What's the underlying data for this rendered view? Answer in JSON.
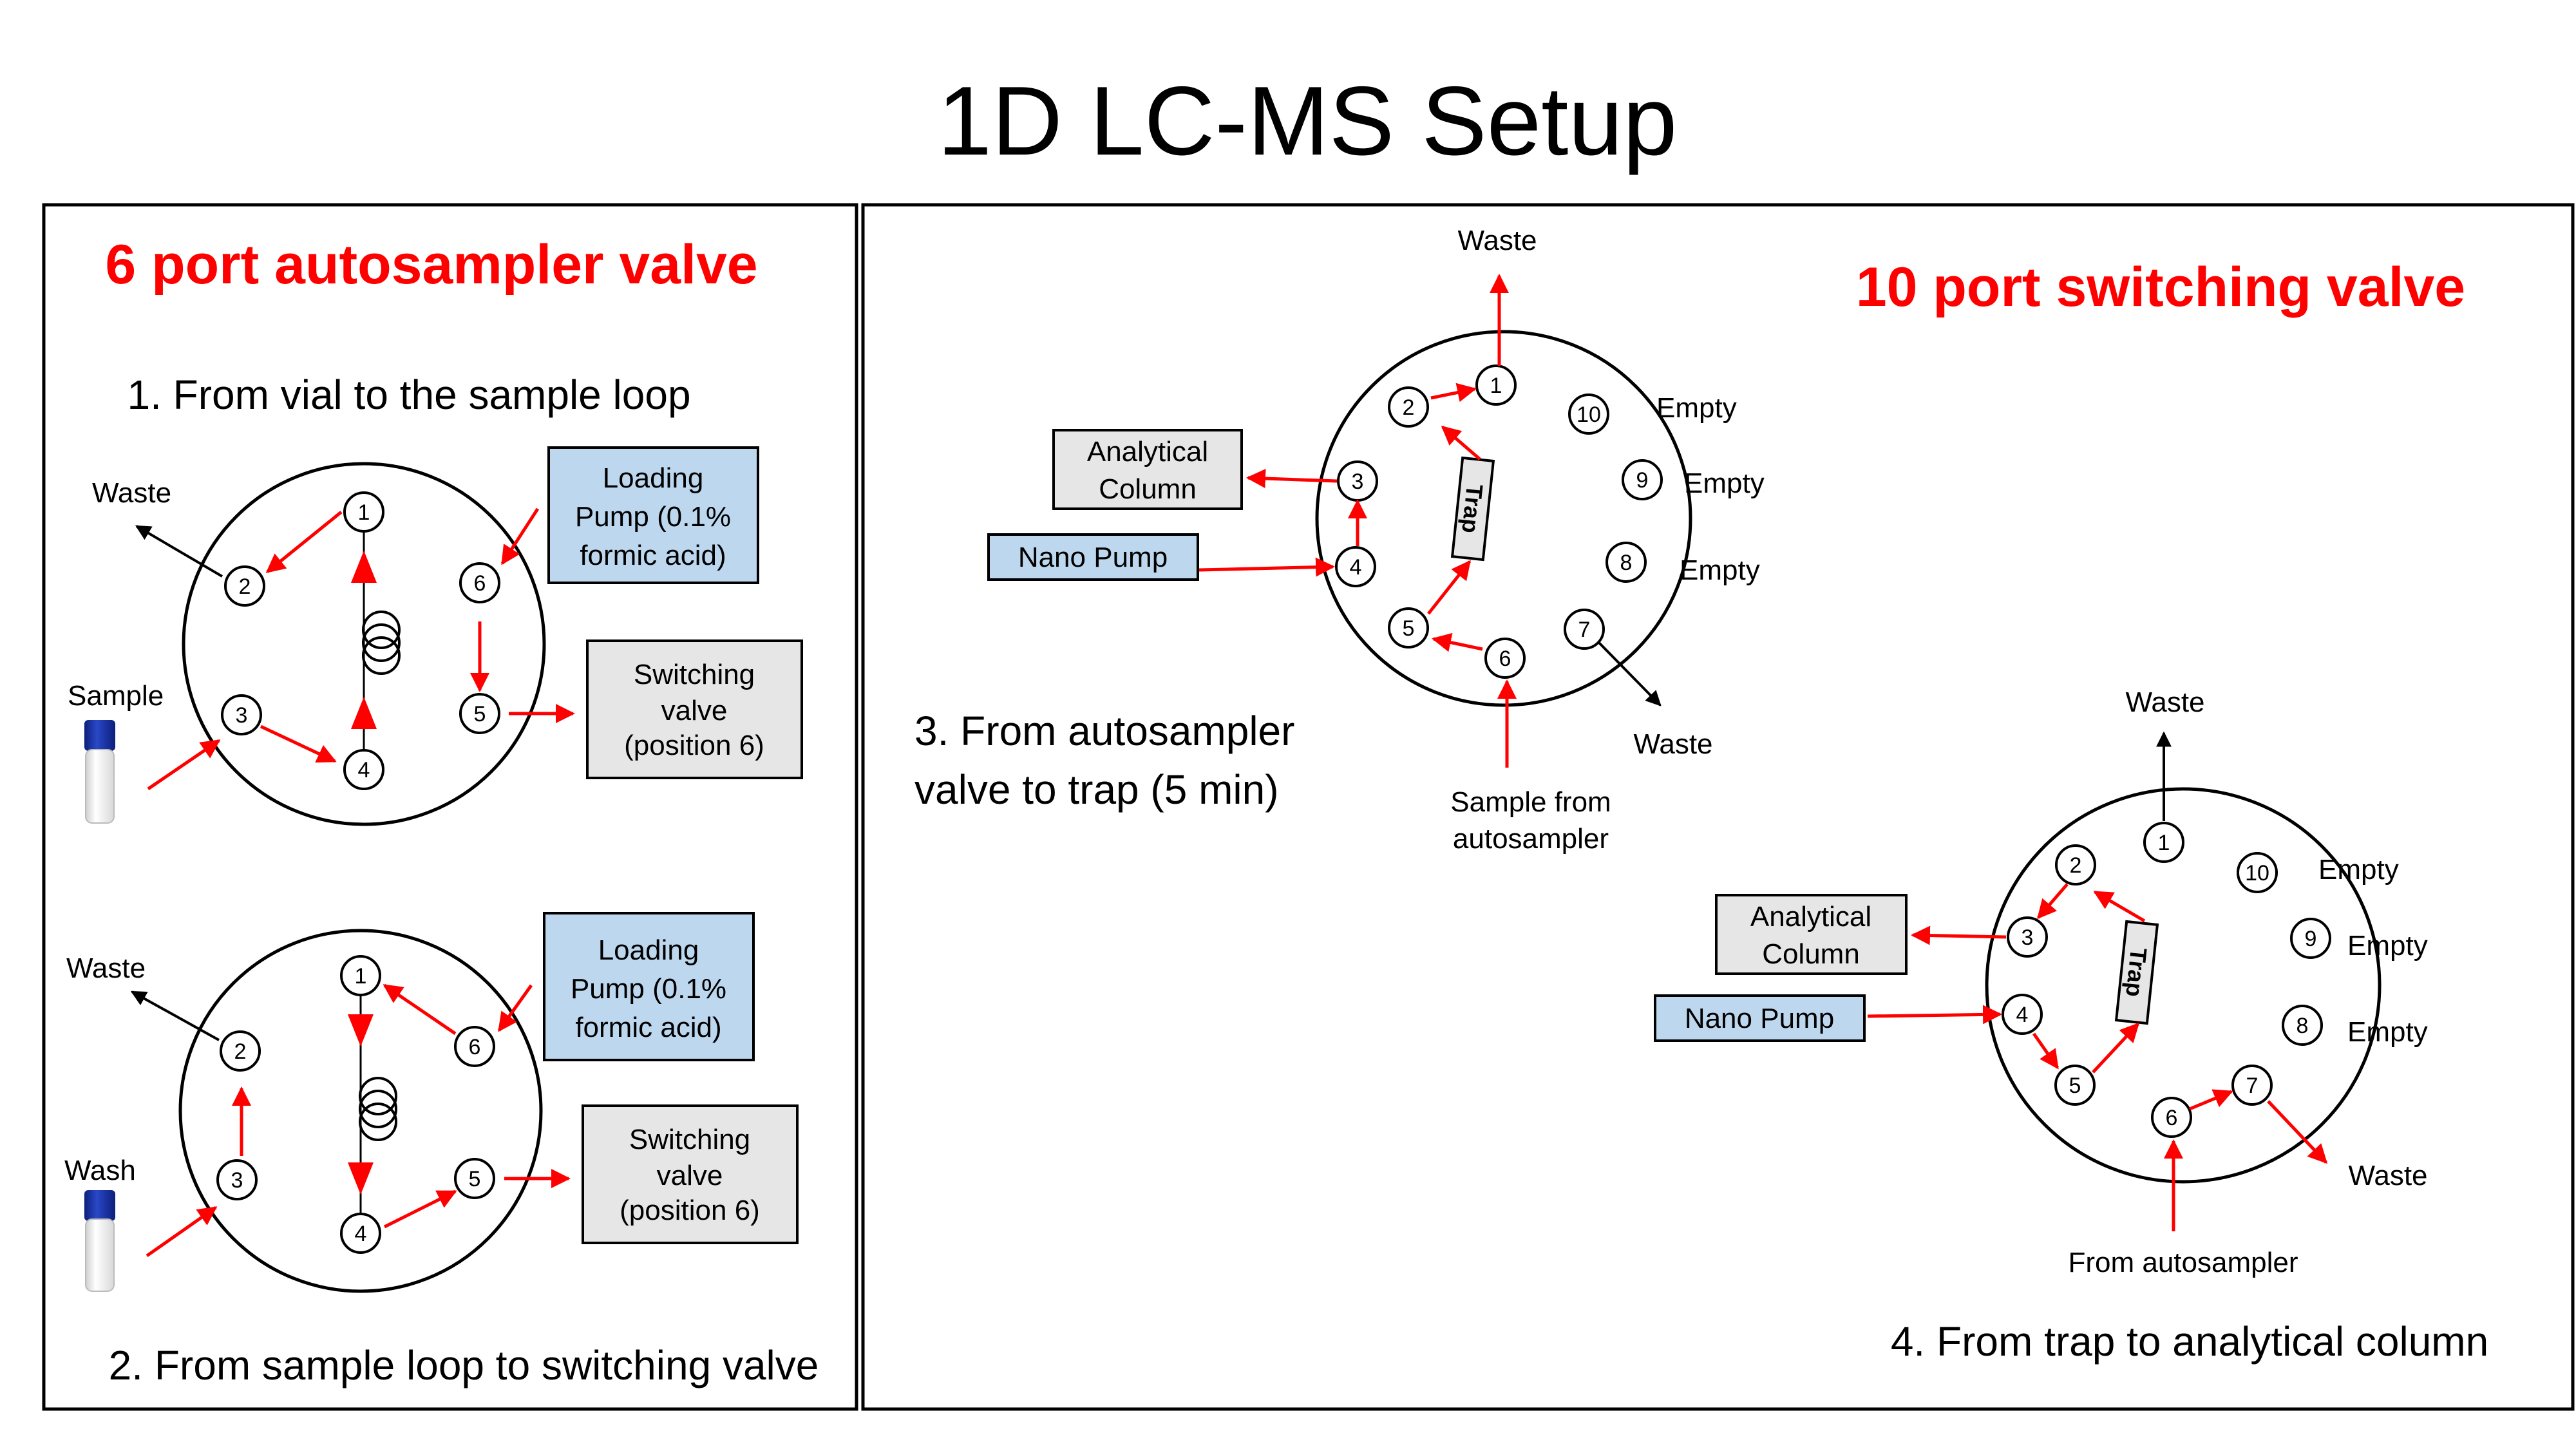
{
  "title": "1D LC-MS Setup",
  "colors": {
    "arrow_red": "#ff0000",
    "box_blue": "#bdd7ee",
    "box_gray": "#e7e6e6",
    "title_red": "#ff0000"
  },
  "left_panel": {
    "title": "6 port autosampler valve",
    "step1": {
      "caption": "1. From vial to the sample loop",
      "waste": "Waste",
      "source": "Sample",
      "loading_pump": [
        "Loading",
        "Pump (0.1%",
        "formic acid)"
      ],
      "switching_valve": [
        "Switching",
        "valve",
        "(position 6)"
      ],
      "ports": [
        "1",
        "2",
        "3",
        "4",
        "5",
        "6"
      ]
    },
    "step2": {
      "caption": "2. From sample loop to switching valve",
      "waste": "Waste",
      "source": "Wash",
      "loading_pump": [
        "Loading",
        "Pump (0.1%",
        "formic acid)"
      ],
      "switching_valve": [
        "Switching",
        "valve",
        "(position 6)"
      ],
      "ports": [
        "1",
        "2",
        "3",
        "4",
        "5",
        "6"
      ]
    }
  },
  "right_panel": {
    "title": "10 port switching valve",
    "step3": {
      "caption": [
        "3. From autosampler",
        "valve to trap (5 min)"
      ],
      "waste_top": "Waste",
      "waste_port7": "Waste",
      "analytical_column": [
        "Analytical",
        "Column"
      ],
      "nano_pump": "Nano Pump",
      "trap": "Trap",
      "empty_labels": [
        "Empty",
        "Empty",
        "Empty"
      ],
      "sample_from": [
        "Sample from",
        "autosampler"
      ],
      "ports": [
        "1",
        "2",
        "3",
        "4",
        "5",
        "6",
        "7",
        "8",
        "9",
        "10"
      ]
    },
    "step4": {
      "caption": "4. From trap to analytical column",
      "waste_top": "Waste",
      "waste_port7": "Waste",
      "analytical_column": [
        "Analytical",
        "Column"
      ],
      "nano_pump": "Nano Pump",
      "trap": "Trap",
      "empty_labels": [
        "Empty",
        "Empty",
        "Empty"
      ],
      "from_autosampler": "From autosampler",
      "ports": [
        "1",
        "2",
        "3",
        "4",
        "5",
        "6",
        "7",
        "8",
        "9",
        "10"
      ]
    }
  }
}
